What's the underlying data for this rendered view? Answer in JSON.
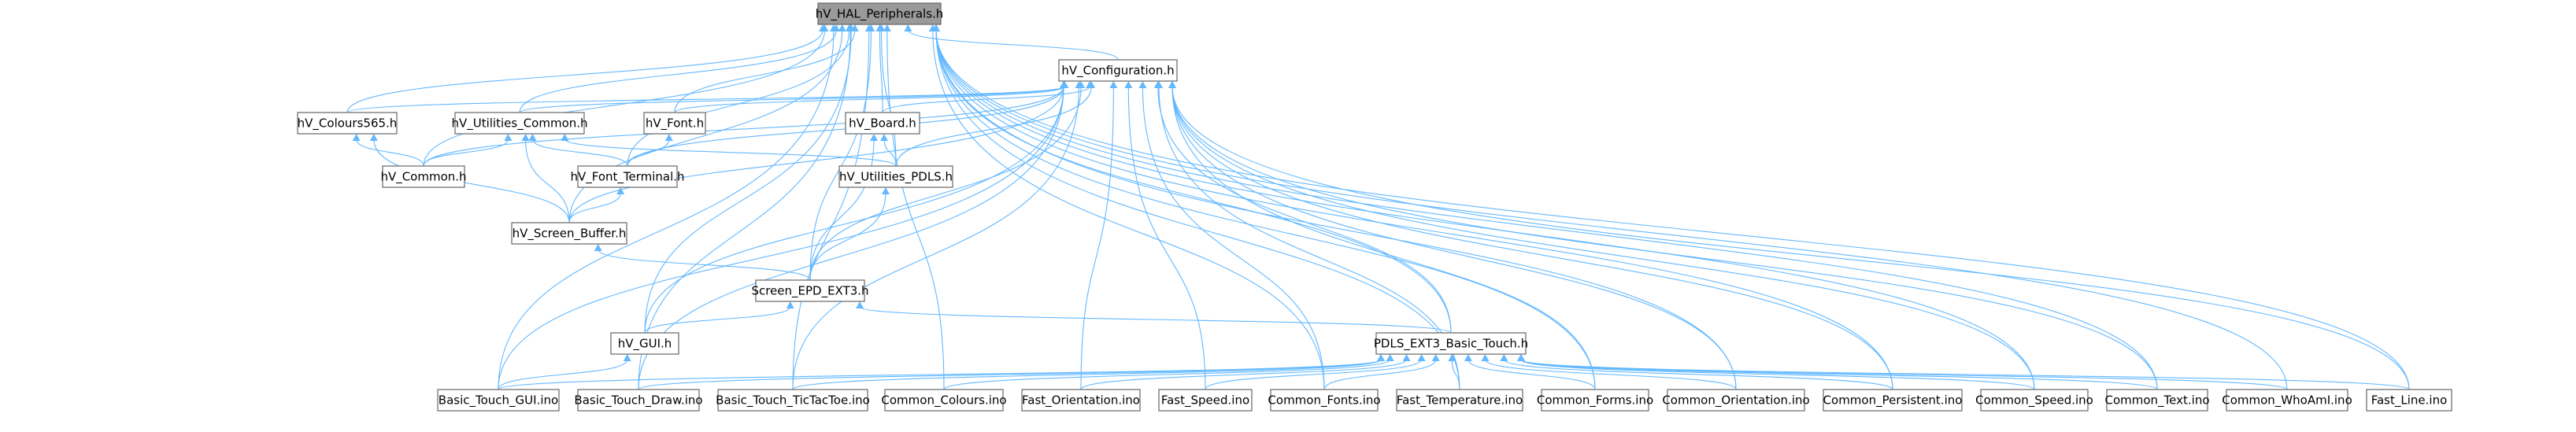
{
  "graph": {
    "title": "hV_HAL_Peripherals.h",
    "edge_color": "#63b8ff",
    "root_fill": "#9a9a9a",
    "nodes": [
      {
        "id": "hal",
        "label": "hV_HAL_Peripherals.h",
        "root": true
      },
      {
        "id": "config",
        "label": "hV_Configuration.h"
      },
      {
        "id": "colours",
        "label": "hV_Colours565.h"
      },
      {
        "id": "utilc",
        "label": "hV_Utilities_Common.h"
      },
      {
        "id": "font",
        "label": "hV_Font.h"
      },
      {
        "id": "board",
        "label": "hV_Board.h"
      },
      {
        "id": "common",
        "label": "hV_Common.h"
      },
      {
        "id": "fontterm",
        "label": "hV_Font_Terminal.h"
      },
      {
        "id": "pdls",
        "label": "hV_Utilities_PDLS.h"
      },
      {
        "id": "screenbuf",
        "label": "hV_Screen_Buffer.h"
      },
      {
        "id": "screen",
        "label": "Screen_EPD_EXT3.h"
      },
      {
        "id": "gui",
        "label": "hV_GUI.h"
      },
      {
        "id": "touch",
        "label": "PDLS_EXT3_Basic_Touch.h"
      },
      {
        "id": "btgui",
        "label": "Basic_Touch_GUI.ino"
      },
      {
        "id": "btdraw",
        "label": "Basic_Touch_Draw.ino"
      },
      {
        "id": "bttic",
        "label": "Basic_Touch_TicTacToe.ino"
      },
      {
        "id": "ccol",
        "label": "Common_Colours.ino"
      },
      {
        "id": "forient",
        "label": "Fast_Orientation.ino"
      },
      {
        "id": "fspeed",
        "label": "Fast_Speed.ino"
      },
      {
        "id": "cfonts",
        "label": "Common_Fonts.ino"
      },
      {
        "id": "ftemp",
        "label": "Fast_Temperature.ino"
      },
      {
        "id": "cforms",
        "label": "Common_Forms.ino"
      },
      {
        "id": "corient",
        "label": "Common_Orientation.ino"
      },
      {
        "id": "cpers",
        "label": "Common_Persistent.ino"
      },
      {
        "id": "cspeed",
        "label": "Common_Speed.ino"
      },
      {
        "id": "ctext",
        "label": "Common_Text.ino"
      },
      {
        "id": "cwho",
        "label": "Common_WhoAmI.ino"
      },
      {
        "id": "fline",
        "label": "Fast_Line.ino"
      }
    ],
    "edges": [
      [
        "config",
        "hal"
      ],
      [
        "colours",
        "hal"
      ],
      [
        "utilc",
        "hal"
      ],
      [
        "font",
        "hal"
      ],
      [
        "board",
        "hal"
      ],
      [
        "common",
        "hal"
      ],
      [
        "fontterm",
        "hal"
      ],
      [
        "pdls",
        "hal"
      ],
      [
        "screenbuf",
        "hal"
      ],
      [
        "screen",
        "hal"
      ],
      [
        "gui",
        "hal"
      ],
      [
        "touch",
        "hal"
      ],
      [
        "btgui",
        "hal"
      ],
      [
        "btdraw",
        "hal"
      ],
      [
        "bttic",
        "hal"
      ],
      [
        "ccol",
        "hal"
      ],
      [
        "cfonts",
        "hal"
      ],
      [
        "ftemp",
        "hal"
      ],
      [
        "cforms",
        "hal"
      ],
      [
        "corient",
        "hal"
      ],
      [
        "cpers",
        "hal"
      ],
      [
        "cspeed",
        "hal"
      ],
      [
        "ctext",
        "hal"
      ],
      [
        "cwho",
        "hal"
      ],
      [
        "fline",
        "hal"
      ],
      [
        "colours",
        "config"
      ],
      [
        "utilc",
        "config"
      ],
      [
        "font",
        "config"
      ],
      [
        "board",
        "config"
      ],
      [
        "common",
        "config"
      ],
      [
        "fontterm",
        "config"
      ],
      [
        "pdls",
        "config"
      ],
      [
        "screenbuf",
        "config"
      ],
      [
        "screen",
        "config"
      ],
      [
        "gui",
        "config"
      ],
      [
        "touch",
        "config"
      ],
      [
        "btgui",
        "config"
      ],
      [
        "btdraw",
        "config"
      ],
      [
        "bttic",
        "config"
      ],
      [
        "forient",
        "config"
      ],
      [
        "fspeed",
        "config"
      ],
      [
        "cfonts",
        "config"
      ],
      [
        "ftemp",
        "config"
      ],
      [
        "cforms",
        "config"
      ],
      [
        "corient",
        "config"
      ],
      [
        "cpers",
        "config"
      ],
      [
        "cspeed",
        "config"
      ],
      [
        "ctext",
        "config"
      ],
      [
        "fline",
        "config"
      ],
      [
        "common",
        "colours"
      ],
      [
        "screenbuf",
        "colours"
      ],
      [
        "common",
        "utilc"
      ],
      [
        "fontterm",
        "utilc"
      ],
      [
        "pdls",
        "utilc"
      ],
      [
        "screenbuf",
        "utilc"
      ],
      [
        "fontterm",
        "font"
      ],
      [
        "pdls",
        "board"
      ],
      [
        "screen",
        "board"
      ],
      [
        "screenbuf",
        "fontterm"
      ],
      [
        "screen",
        "pdls"
      ],
      [
        "screen",
        "screenbuf"
      ],
      [
        "gui",
        "screen"
      ],
      [
        "touch",
        "screen"
      ],
      [
        "btgui",
        "gui"
      ],
      [
        "btgui",
        "touch"
      ],
      [
        "btdraw",
        "touch"
      ],
      [
        "bttic",
        "touch"
      ],
      [
        "ccol",
        "touch"
      ],
      [
        "forient",
        "touch"
      ],
      [
        "fspeed",
        "touch"
      ],
      [
        "cfonts",
        "touch"
      ],
      [
        "ftemp",
        "touch"
      ],
      [
        "cforms",
        "touch"
      ],
      [
        "corient",
        "touch"
      ],
      [
        "cpers",
        "touch"
      ],
      [
        "cspeed",
        "touch"
      ],
      [
        "ctext",
        "touch"
      ],
      [
        "cwho",
        "touch"
      ],
      [
        "fline",
        "touch"
      ]
    ]
  }
}
